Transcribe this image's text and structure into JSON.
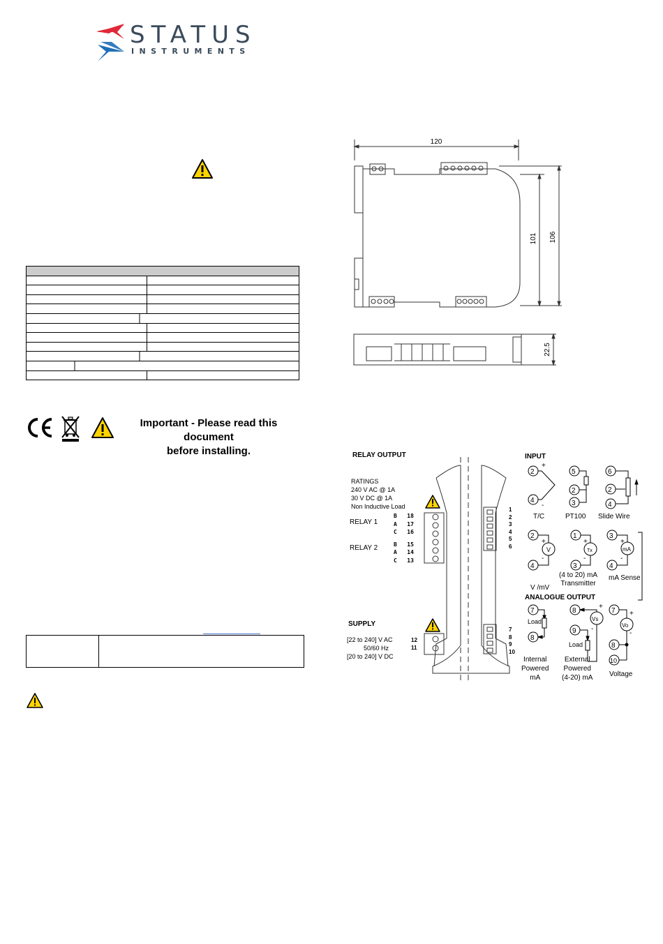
{
  "brand": {
    "name": "STATUS",
    "subtitle": "INSTRUMENTS",
    "colors": {
      "chevron_top": "#e0293a",
      "chevron_bottom": "#1f6fb6",
      "text": "#3a4a5a"
    }
  },
  "notice": {
    "important_line1": "Important - Please read this document",
    "important_line2": "before installing."
  },
  "icons": [
    "warning-icon",
    "ce-mark-icon",
    "weee-bin-icon"
  ],
  "dimensions": {
    "width": "120",
    "height_inner": "101",
    "height_outer": "106",
    "depth": "22.5"
  },
  "wiring": {
    "relay_output": {
      "title": "RELAY OUTPUT",
      "ratings": [
        "RATINGS",
        "240 V AC @ 1A",
        "30 V DC @ 1A",
        "Non Inductive Load"
      ],
      "relay1": {
        "label": "RELAY 1",
        "pins": [
          {
            "name": "B",
            "num": "18"
          },
          {
            "name": "A",
            "num": "17"
          },
          {
            "name": "C",
            "num": "16"
          }
        ]
      },
      "relay2": {
        "label": "RELAY 2",
        "pins": [
          {
            "name": "B",
            "num": "15"
          },
          {
            "name": "A",
            "num": "14"
          },
          {
            "name": "C",
            "num": "13"
          }
        ]
      }
    },
    "supply": {
      "title": "SUPPLY",
      "lines": [
        "[22 to 240] V AC",
        "50/60 Hz",
        "[20 to 240] V DC"
      ],
      "pins": [
        "12",
        "11"
      ]
    },
    "right_terminals_top": [
      "1",
      "2",
      "3",
      "4",
      "5",
      "6"
    ],
    "right_terminals_bottom": [
      "7",
      "8",
      "9",
      "10"
    ],
    "input": {
      "title": "INPUT",
      "tc": "T/C",
      "pt100": "PT100",
      "slide_wire": "Slide Wire",
      "v_mv": "V /mV",
      "transmitter_line1": "(4 to 20) mA",
      "transmitter_line2": "Transmitter",
      "ma_sense": "mA Sense"
    },
    "analogue_output": {
      "title": "ANALOGUE OUTPUT",
      "load": "Load",
      "internal": [
        "Internal",
        "Powered",
        "mA"
      ],
      "external": [
        "External",
        "Powered",
        "(4-20) mA"
      ],
      "voltage": "Voltage"
    }
  }
}
